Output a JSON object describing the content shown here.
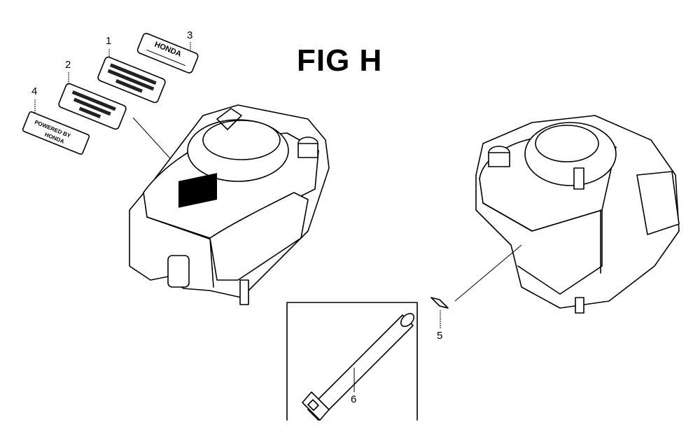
{
  "figure": {
    "title": "FIG H",
    "callouts": [
      "1",
      "2",
      "3",
      "4",
      "5",
      "6"
    ],
    "decals": {
      "part3_text": "HONDA",
      "part4_text": "POWERED BY HONDA"
    }
  }
}
